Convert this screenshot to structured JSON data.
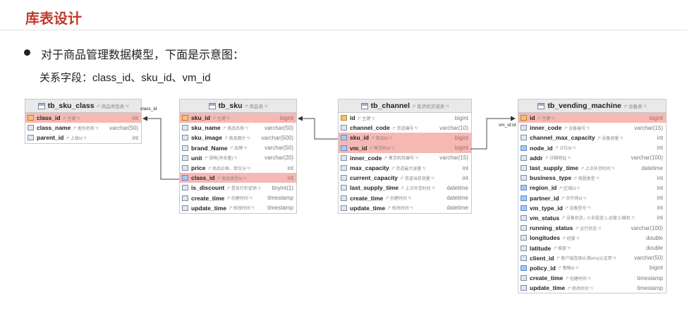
{
  "header": {
    "title": "库表设计"
  },
  "content": {
    "bullet": "对于商品管理数据模型，下面是示意图：",
    "fields": "关系字段：class_id、sku_id、vm_id"
  },
  "tables": [
    {
      "name": "tb_sku_class",
      "comment": "/* 商品类型表 */",
      "columns": [
        {
          "name": "class_id",
          "comment": "/* 主键 */",
          "type": "int",
          "icon": "key"
        },
        {
          "name": "class_name",
          "comment": "/* 类别名称 */",
          "type": "varchar(50)",
          "icon": "col"
        },
        {
          "name": "parent_id",
          "comment": "/* 上级id */",
          "type": "int",
          "icon": "col"
        }
      ]
    },
    {
      "name": "tb_sku",
      "comment": "/* 商品表 */",
      "columns": [
        {
          "name": "sku_id",
          "comment": "/* 主键 */",
          "type": "bigint",
          "icon": "key"
        },
        {
          "name": "sku_name",
          "comment": "/* 商品名称 */",
          "type": "varchar(50)",
          "icon": "col"
        },
        {
          "name": "sku_image",
          "comment": "/* 商品图片 */",
          "type": "varchar(500)",
          "icon": "col"
        },
        {
          "name": "brand_Name",
          "comment": "/* 品牌 */",
          "type": "varchar(50)",
          "icon": "col"
        },
        {
          "name": "unit",
          "comment": "/* 规格(净含量) */",
          "type": "varchar(20)",
          "icon": "col"
        },
        {
          "name": "price",
          "comment": "/* 商品价格，单位分 */",
          "type": "int",
          "icon": "col"
        },
        {
          "name": "class_id",
          "comment": "/* 商品类型Id */",
          "type": "int",
          "icon": "fk"
        },
        {
          "name": "is_discount",
          "comment": "/* 是否打折促销 */",
          "type": "tinyint(1)",
          "icon": "col"
        },
        {
          "name": "create_time",
          "comment": "/* 创建时间 */",
          "type": "timestamp",
          "icon": "col"
        },
        {
          "name": "update_time",
          "comment": "/* 修改时间 */",
          "type": "timestamp",
          "icon": "col"
        }
      ]
    },
    {
      "name": "tb_channel",
      "comment": "/* 售货机货道表 */",
      "columns": [
        {
          "name": "id",
          "comment": "/* 主键 */",
          "type": "bigint",
          "icon": "key"
        },
        {
          "name": "channel_code",
          "comment": "/* 货道编号 */",
          "type": "varchar(10)",
          "icon": "col"
        },
        {
          "name": "sku_id",
          "comment": "/* 商品Id */",
          "type": "bigint",
          "icon": "fk"
        },
        {
          "name": "vm_id",
          "comment": "/* 售货机Id */",
          "type": "bigint",
          "icon": "fk"
        },
        {
          "name": "inner_code",
          "comment": "/* 售货机软编号 */",
          "type": "varchar(15)",
          "icon": "col"
        },
        {
          "name": "max_capacity",
          "comment": "/* 货道最大容量 */",
          "type": "int",
          "icon": "col"
        },
        {
          "name": "current_capacity",
          "comment": "/* 货道当前容量 */",
          "type": "int",
          "icon": "col"
        },
        {
          "name": "last_supply_time",
          "comment": "/* 上次补货时间 */",
          "type": "datetime",
          "icon": "col"
        },
        {
          "name": "create_time",
          "comment": "/* 创建时间 */",
          "type": "datetime",
          "icon": "col"
        },
        {
          "name": "update_time",
          "comment": "/* 修改时间 */",
          "type": "datetime",
          "icon": "col"
        }
      ]
    },
    {
      "name": "tb_vending_machine",
      "comment": "/* 设备表 */",
      "columns": [
        {
          "name": "id",
          "comment": "/* 主键 */",
          "type": "bigint",
          "icon": "key"
        },
        {
          "name": "inner_code",
          "comment": "/* 设备编号 */",
          "type": "varchar(15)",
          "icon": "col"
        },
        {
          "name": "channel_max_capacity",
          "comment": "/* 设备容量 */",
          "type": "int",
          "icon": "col"
        },
        {
          "name": "node_id",
          "comment": "/* 点位Id */",
          "type": "int",
          "icon": "fk"
        },
        {
          "name": "addr",
          "comment": "/* 详细地址 */",
          "type": "varchar(100)",
          "icon": "col"
        },
        {
          "name": "last_supply_time",
          "comment": "/* 上次补货时间 */",
          "type": "datetime",
          "icon": "col"
        },
        {
          "name": "business_type",
          "comment": "/* 商圈类型 */",
          "type": "int",
          "icon": "col"
        },
        {
          "name": "region_id",
          "comment": "/* 区域Id */",
          "type": "int",
          "icon": "fk"
        },
        {
          "name": "partner_id",
          "comment": "/* 合作商Id */",
          "type": "int",
          "icon": "fk"
        },
        {
          "name": "vm_type_id",
          "comment": "/* 设备型号 */",
          "type": "int",
          "icon": "fk"
        },
        {
          "name": "vm_status",
          "comment": "/* 设备状态，0:未投放;1-运营;3-撤机 */",
          "type": "int",
          "icon": "col"
        },
        {
          "name": "running_status",
          "comment": "/* 运行状态 */",
          "type": "varchar(100)",
          "icon": "col"
        },
        {
          "name": "longitudes",
          "comment": "/* 经度 */",
          "type": "double",
          "icon": "col"
        },
        {
          "name": "latitude",
          "comment": "/* 维度 */",
          "type": "double",
          "icon": "col"
        },
        {
          "name": "client_id",
          "comment": "/* 客户端连接Id,做emq认证用 */",
          "type": "varchar(50)",
          "icon": "col"
        },
        {
          "name": "policy_id",
          "comment": "/* 策略id */",
          "type": "bigint",
          "icon": "fk"
        },
        {
          "name": "create_time",
          "comment": "/* 创建时间 */",
          "type": "timestamp",
          "icon": "col"
        },
        {
          "name": "update_time",
          "comment": "/* 修改时间 */",
          "type": "timestamp",
          "icon": "col"
        }
      ]
    }
  ],
  "relations": [
    {
      "label": "class_id"
    },
    {
      "label": ""
    },
    {
      "label": "vm_id:id"
    }
  ]
}
